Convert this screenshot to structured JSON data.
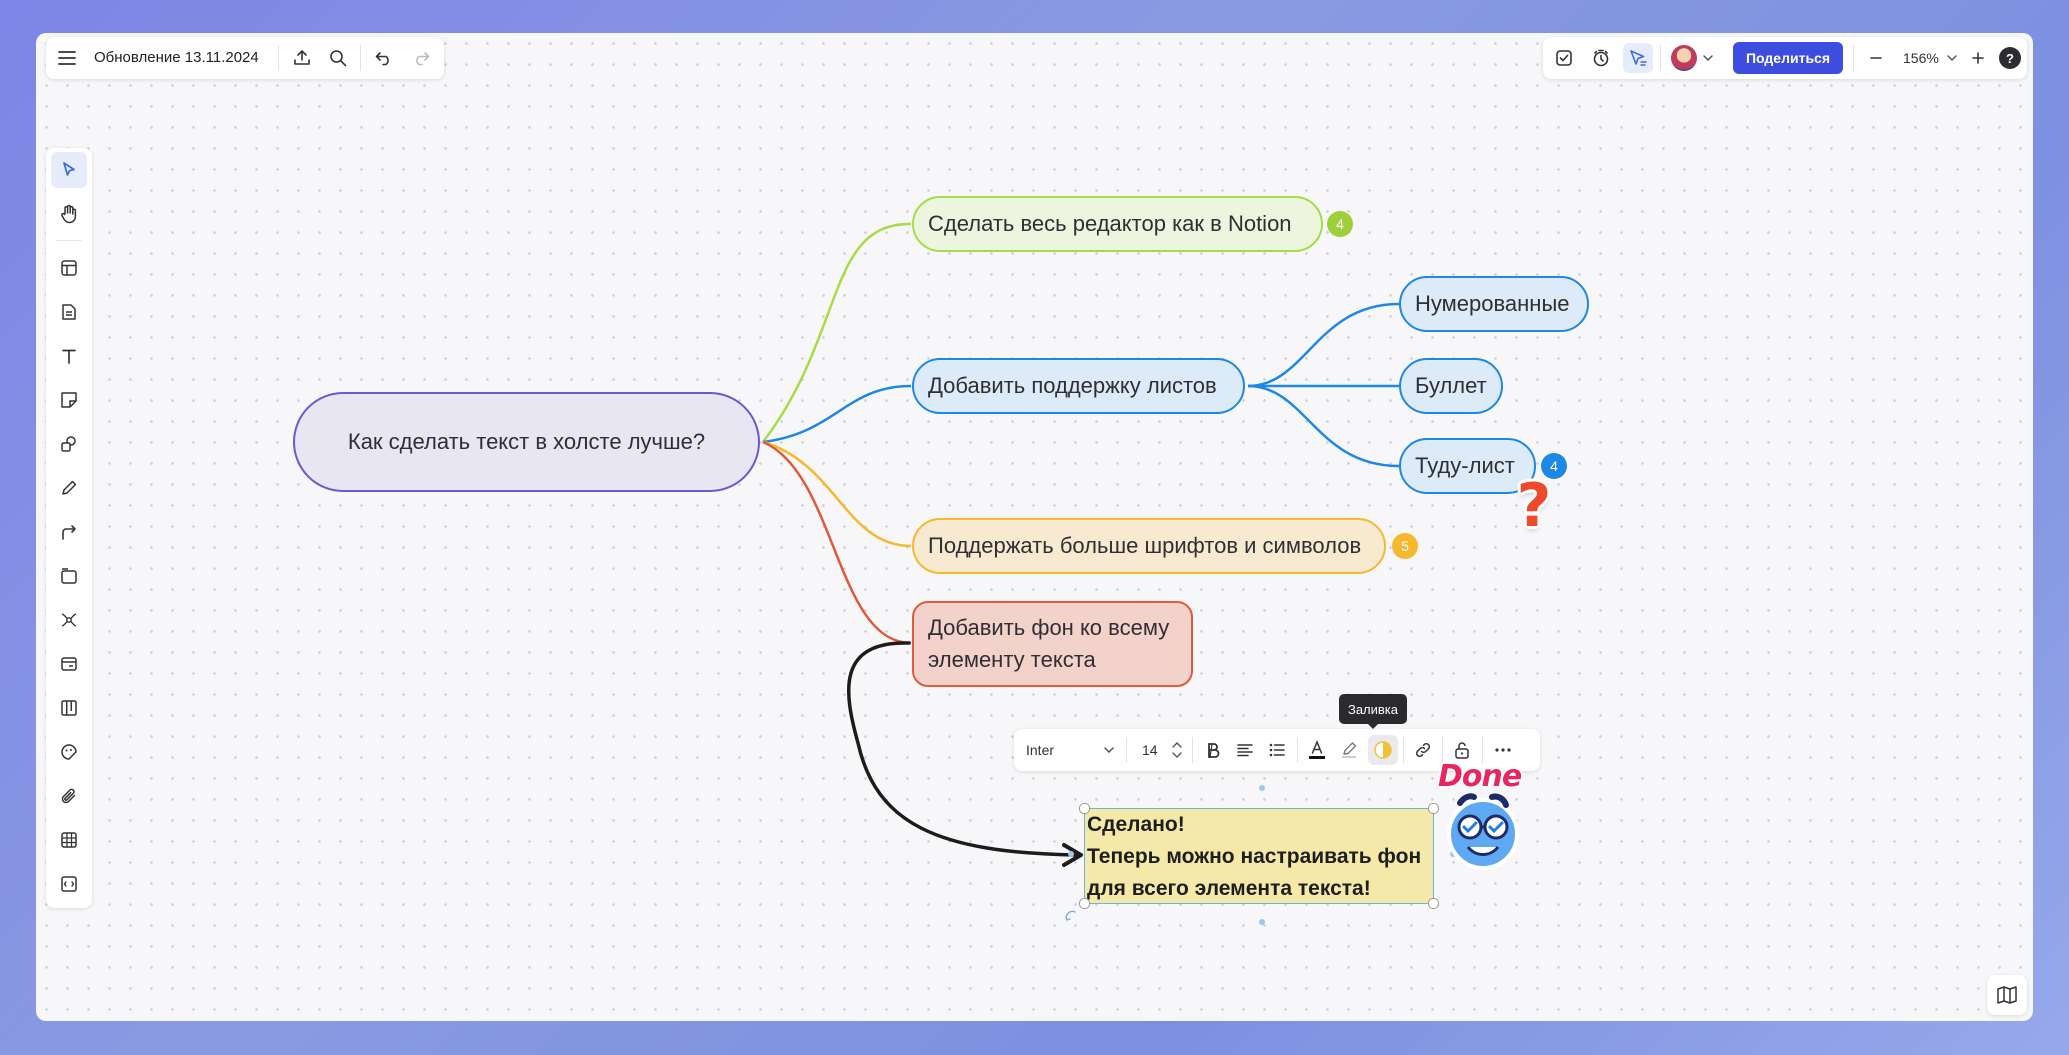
{
  "header": {
    "doc_title": "Обновление 13.11.2024",
    "share_label": "Поделиться",
    "zoom_level": "156%",
    "help_label": "?",
    "icons": [
      "menu-icon",
      "upload-icon",
      "search-icon",
      "undo-icon",
      "redo-icon",
      "checkbox-icon",
      "timer-icon",
      "cursor-follow-icon",
      "avatar",
      "chevron-down-icon",
      "zoom-out-icon",
      "zoom-in-icon",
      "help-icon"
    ]
  },
  "left_toolbar": {
    "tools": [
      "select-tool",
      "hand-tool",
      "template-tool",
      "document-tool",
      "text-tool",
      "sticky-note-tool",
      "shapes-tool",
      "pen-tool",
      "connector-tool",
      "frame-tool",
      "mindmap-tool",
      "card-tool",
      "kanban-tool",
      "sticker-tool",
      "attachment-tool",
      "table-tool",
      "embed-tool"
    ]
  },
  "mindmap": {
    "root": "Как сделать текст в холсте лучше?",
    "branch_notion": "Сделать весь редактор как в Notion",
    "badge_notion": "4",
    "branch_lists": "Добавить поддержку листов",
    "leaf_numbered": "Нумерованные",
    "leaf_bullet": "Буллет",
    "leaf_todo": "Туду-лист",
    "badge_todo": "4",
    "branch_fonts": "Поддержать больше шрифтов и символов",
    "badge_fonts": "5",
    "branch_bg_line1": "Добавить фон ко всему",
    "branch_bg_line2": "элементу текста"
  },
  "colors": {
    "root": "#6a5acd",
    "notion": "#a8dc45",
    "lists": "#1e88e5",
    "fonts": "#f5b82e",
    "bg": "#e05a3a",
    "share": "#3c4de0"
  },
  "text_toolbar": {
    "font": "Inter",
    "size": "14",
    "tooltip": "Заливка"
  },
  "selected_text": {
    "line1": "Сделано!",
    "line2": "Теперь можно настраивать фон",
    "line3": "для всего элемента текста!"
  },
  "stickers": {
    "done_label": "Done",
    "question_label": "?"
  }
}
